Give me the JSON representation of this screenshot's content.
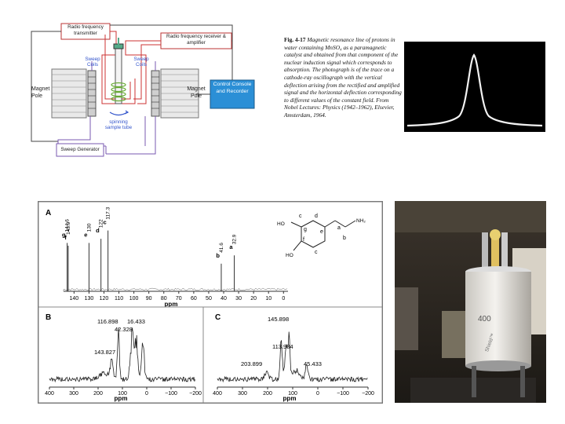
{
  "diagram": {
    "rf_transmitter": "Radio frequency transmitter",
    "rf_receiver": "Radio frequency receiver & amplifier",
    "sweep_coils": "Sweep Coils",
    "magnet_pole": "Magnet Pole",
    "control_console": "Control Console and Recorder",
    "spinning_tube": "spinning sample tube",
    "sweep_generator": "Sweep Generator"
  },
  "caption": {
    "fig": "Fig. 4-17",
    "text": "Magnetic resonance line of protons in water containing MnSO₄ as a paramagnetic catalyst and obtained from that component of the nuclear induction signal which corresponds to absorption. The photograph is of the trace on a cathode-ray oscillograph with the vertical deflection arising from the rectified and amplified signal and the horizontal deflection corresponding to different values of the constant field. From Nobel Lectures: Physics (1942–1962), Elsevier, Amsterdam, 1964."
  },
  "spectra": {
    "panel_a": {
      "label": "A",
      "xlabel": "ppm",
      "ticks": [
        "140",
        "130",
        "120",
        "110",
        "100",
        "90",
        "80",
        "70",
        "60",
        "50",
        "40",
        "30",
        "20",
        "10",
        "0"
      ],
      "peaks": [
        {
          "letter": "g",
          "value": "144.6",
          "ppm": 144.6,
          "height": 0.7
        },
        {
          "letter": "f",
          "value": "143.9",
          "ppm": 143.9,
          "height": 0.66
        },
        {
          "letter": "e",
          "value": "130",
          "ppm": 130,
          "height": 0.7
        },
        {
          "letter": "d",
          "value": "122",
          "ppm": 122,
          "height": 0.76
        },
        {
          "letter": "c",
          "value": "117.3",
          "ppm": 117.3,
          "height": 0.88
        },
        {
          "letter": "b",
          "value": "41.6",
          "ppm": 41.6,
          "height": 0.4
        },
        {
          "letter": "a",
          "value": "32.9",
          "ppm": 32.9,
          "height": 0.52
        }
      ],
      "molecule": {
        "c1": "c",
        "d": "d",
        "g": "g",
        "e": "e",
        "a": "a",
        "b": "b",
        "f": "f",
        "c2": "c",
        "ho1": "HO",
        "ho2": "HO",
        "nh2": "NH₂"
      }
    },
    "panel_b": {
      "label": "B",
      "xlabel": "ppm",
      "ticks": [
        "400",
        "300",
        "200",
        "100",
        "0",
        "−100",
        "−200"
      ],
      "annotations": [
        "116.898",
        "16.433",
        "42.328",
        "143.827"
      ]
    },
    "panel_c": {
      "label": "C",
      "xlabel": "ppm",
      "ticks": [
        "400",
        "300",
        "200",
        "100",
        "0",
        "−100",
        "−200"
      ],
      "annotations": [
        "145.898",
        "113.934",
        "203.899",
        "45.433"
      ]
    }
  },
  "photo": {
    "panel_number": "400",
    "brand": "Shield™"
  }
}
